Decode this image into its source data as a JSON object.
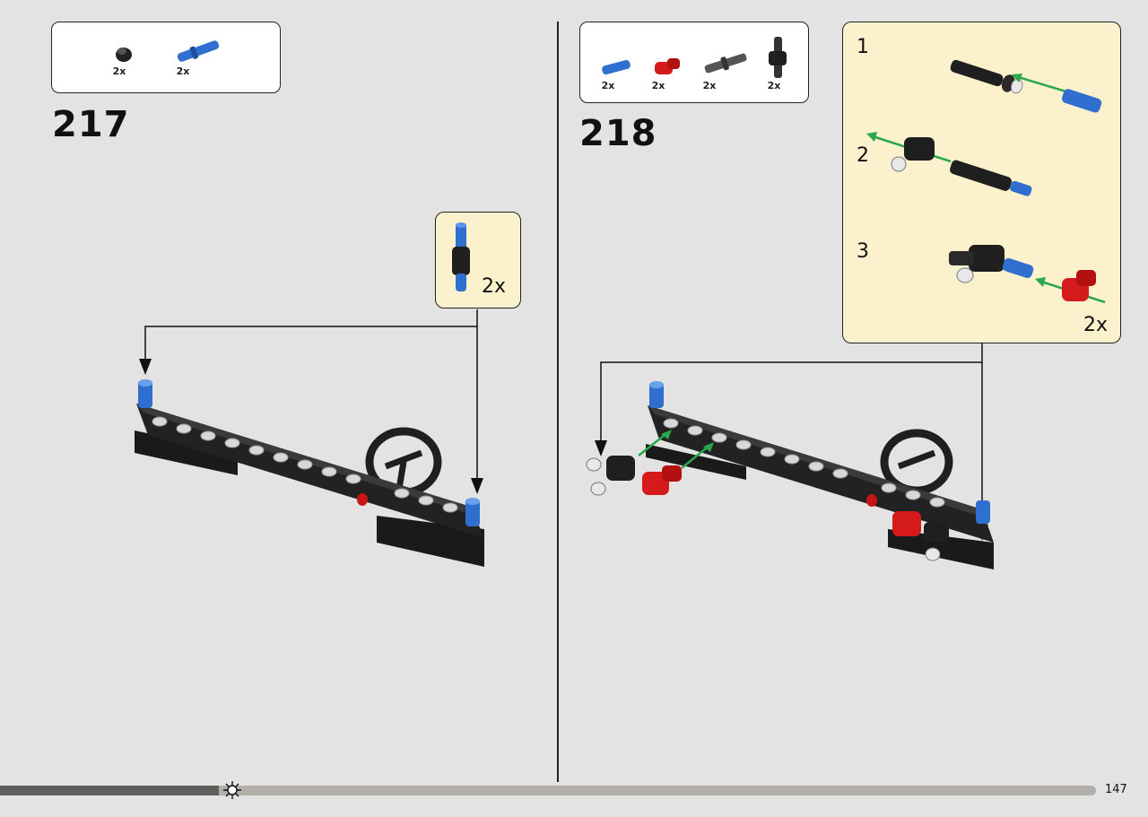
{
  "steps": [
    {
      "number": "217",
      "parts": [
        {
          "icon": "bush-icon",
          "qty": "2x"
        },
        {
          "icon": "blue-pin-icon",
          "qty": "2x"
        }
      ],
      "callout": {
        "multiplier": "2x"
      }
    },
    {
      "number": "218",
      "parts": [
        {
          "icon": "blue-axle-pin-icon",
          "qty": "2x"
        },
        {
          "icon": "red-connector-icon",
          "qty": "2x"
        },
        {
          "icon": "gray-axle-icon",
          "qty": "2x"
        },
        {
          "icon": "cross-block-icon",
          "qty": "2x"
        }
      ],
      "callout": {
        "substeps": [
          {
            "label": "1"
          },
          {
            "label": "2"
          },
          {
            "label": "3"
          }
        ],
        "multiplier": "2x"
      }
    }
  ],
  "footer": {
    "page_number": "147",
    "progress": 0.2
  },
  "colors": {
    "background": "#e3e3e3",
    "callout": "#fbf1cc",
    "blue": "#2f6fd0",
    "red": "#d41a1a",
    "black": "#1f1f1f",
    "arrow_green": "#2aa84a"
  }
}
